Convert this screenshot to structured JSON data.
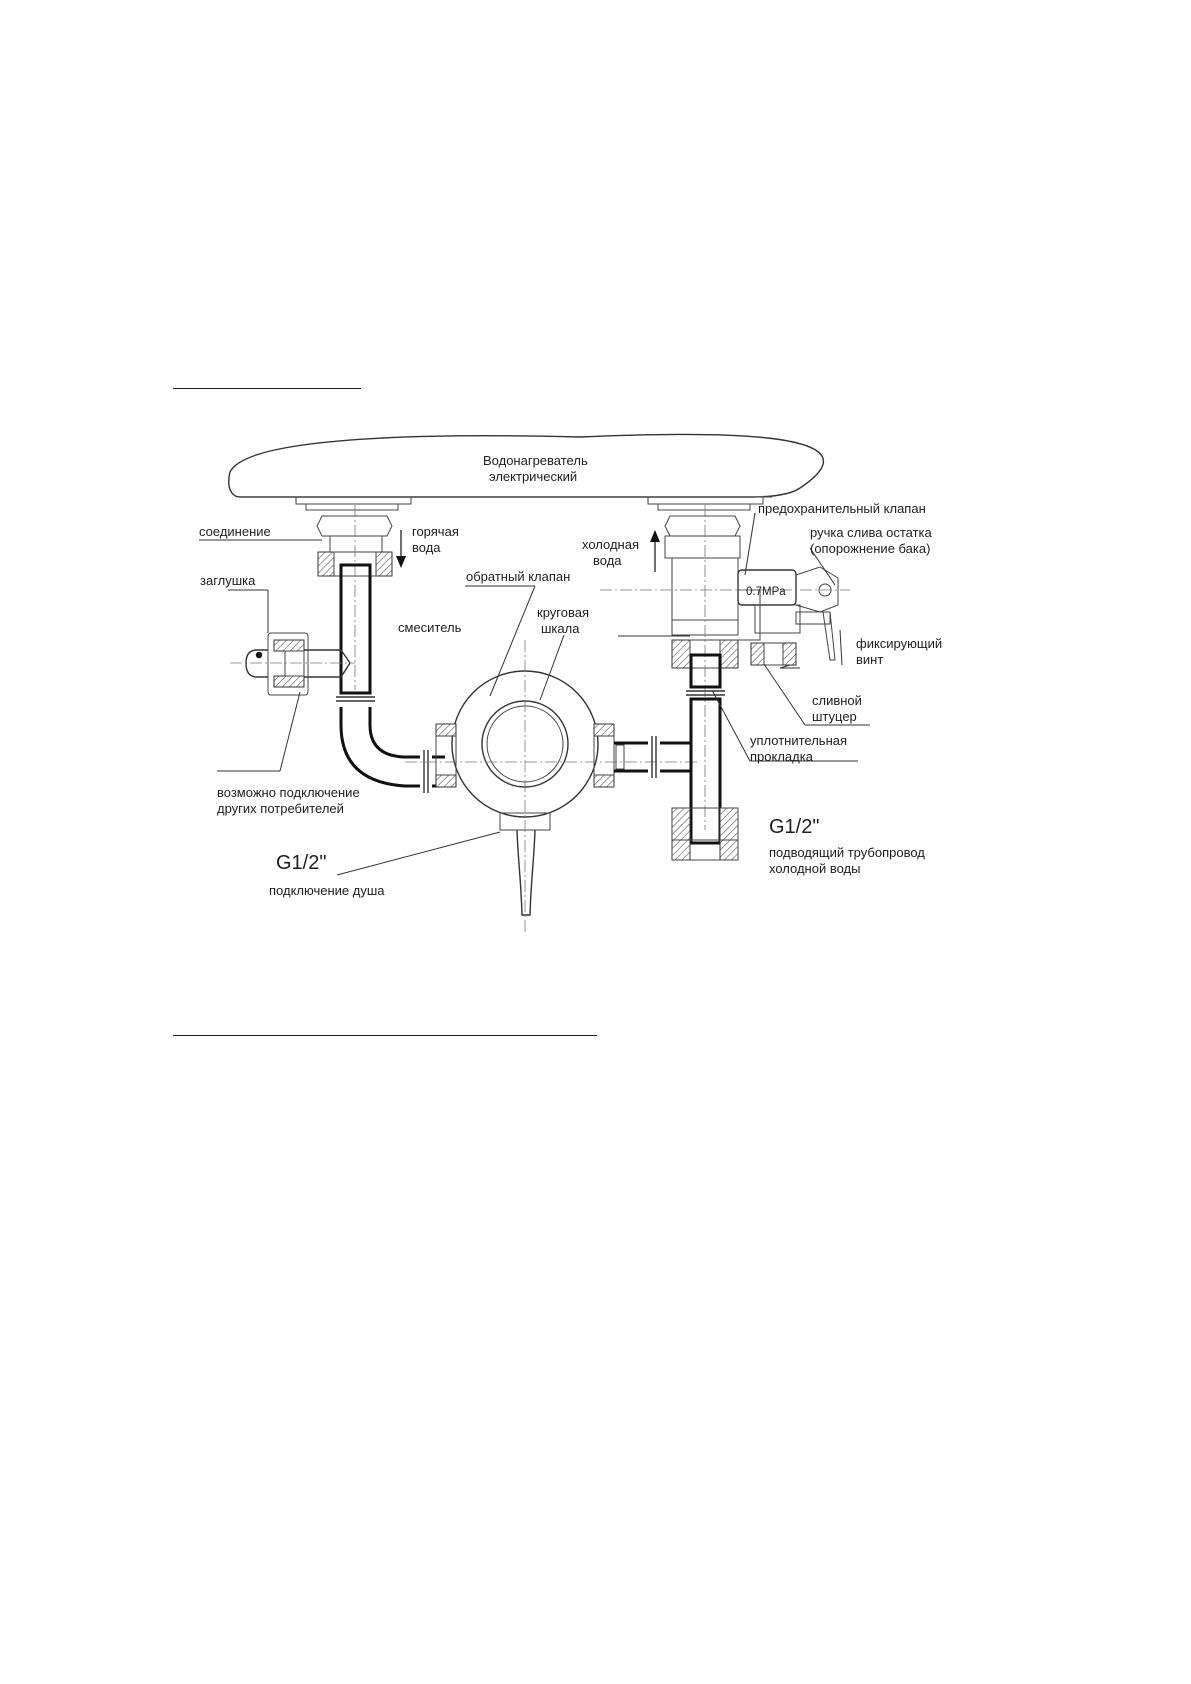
{
  "diagram": {
    "labels": {
      "heater": [
        "Водонагреватель",
        "электрический"
      ],
      "connection": "соединение",
      "hot_water": [
        "горячая",
        "вода"
      ],
      "cold_water": [
        "холодная",
        "вода"
      ],
      "safety_valve": "предохранительный клапан",
      "drain_handle": [
        "ручка слива остатка",
        "(опорожнение бака)"
      ],
      "check_valve": "обратный клапан",
      "plug": "заглушка",
      "mixer": "смеситель",
      "dial": [
        "круговая",
        "шкала"
      ],
      "fixing_screw": [
        "фиксирующий",
        "винт"
      ],
      "drain_fitting": [
        "сливной",
        "штуцер"
      ],
      "gasket": [
        "уплотнительная",
        "прокладка"
      ],
      "other_consumers": [
        "возможно подключение",
        "других потребителей"
      ],
      "thread_left": "G1/2\"",
      "shower_connection": "подключение душа",
      "thread_right": "G1/2\"",
      "cold_supply": [
        "подводящий трубопровод",
        "холодной воды"
      ],
      "pressure_rating": "0.7MPa"
    }
  }
}
